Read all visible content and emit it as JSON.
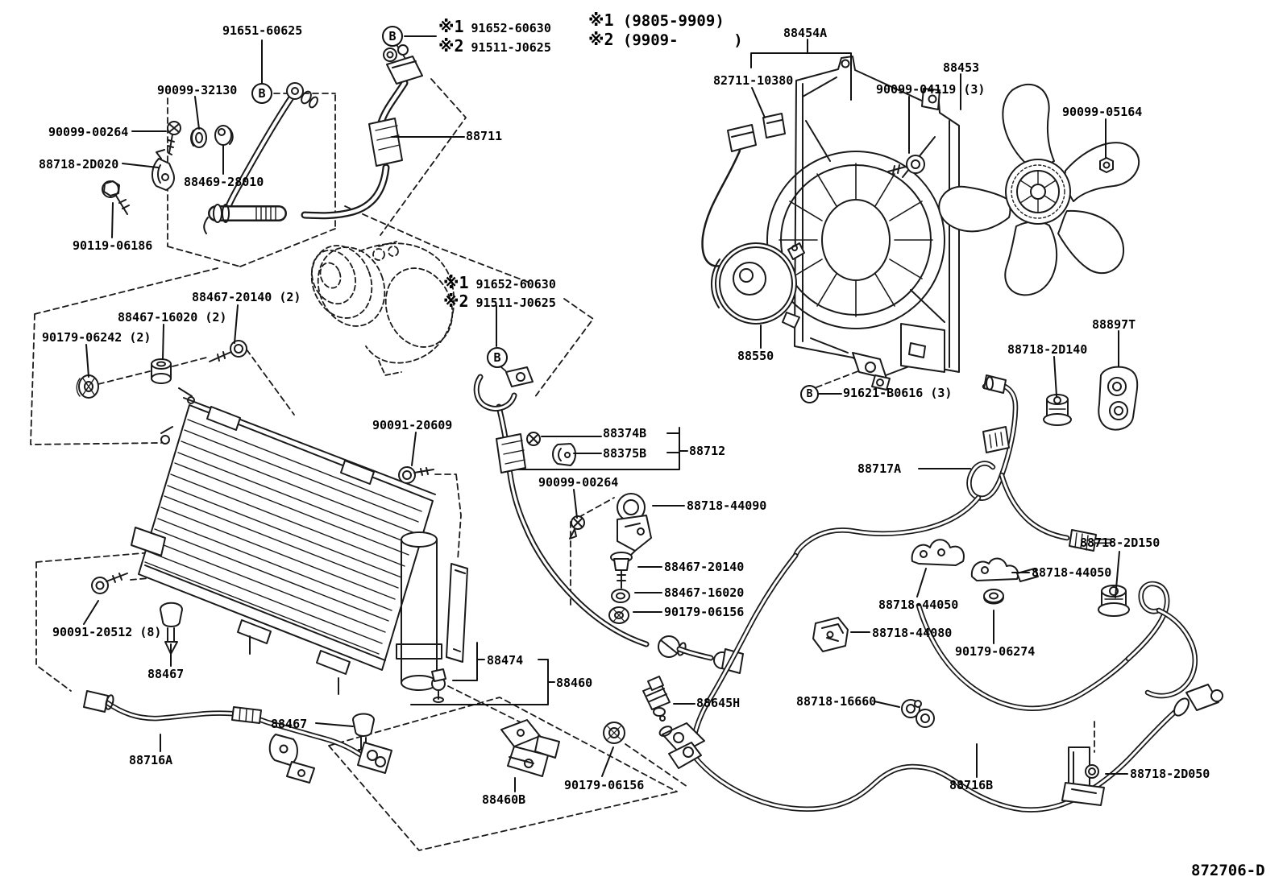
{
  "style": {
    "ink": "#1a1a1a",
    "background": "#ffffff"
  },
  "title_block": {
    "figure_code": "872706-D"
  },
  "application_notes": [
    "※1 (9805-9909)",
    "※2 (9909-      )"
  ],
  "reference_markers": [
    {
      "letter": "B"
    },
    {
      "letter": "B"
    },
    {
      "letter": "B"
    },
    {
      "letter": "B"
    }
  ],
  "labels": [
    {
      "id": "91651-60625",
      "text": "91651-60625"
    },
    {
      "id": "90099-32130",
      "text": "90099-32130"
    },
    {
      "id": "90099-00264",
      "text": "90099-00264"
    },
    {
      "id": "88718-2D020",
      "text": "88718-2D020"
    },
    {
      "id": "88469-28010",
      "text": "88469-28010"
    },
    {
      "id": "90119-06186",
      "text": "90119-06186"
    },
    {
      "id": "note1-91652-60630",
      "text": "※1 91652-60630"
    },
    {
      "id": "note2-91511-J0625",
      "text": "※2 91511-J0625"
    },
    {
      "id": "88711",
      "text": "88711"
    },
    {
      "id": "88454A",
      "text": "88454A"
    },
    {
      "id": "82711-10380",
      "text": "82711-10380"
    },
    {
      "id": "90099-04119-3",
      "text": "90099-04119 (3)"
    },
    {
      "id": "88453",
      "text": "88453"
    },
    {
      "id": "90099-05164",
      "text": "90099-05164"
    },
    {
      "id": "88550",
      "text": "88550"
    },
    {
      "id": "91621-B0616-3",
      "text": "91621-B0616 (3)"
    },
    {
      "id": "88718-2D140",
      "text": "88718-2D140"
    },
    {
      "id": "88897T",
      "text": "88897T"
    },
    {
      "id": "88717A",
      "text": "88717A"
    },
    {
      "id": "note1-91652-60630-b",
      "text": "※1 91652-60630"
    },
    {
      "id": "note2-91511-J0625-b",
      "text": "※2 91511-J0625"
    },
    {
      "id": "88467-20140-2",
      "text": "88467-20140 (2)"
    },
    {
      "id": "88467-16020-2",
      "text": "88467-16020 (2)"
    },
    {
      "id": "90179-06242-2",
      "text": "90179-06242 (2)"
    },
    {
      "id": "90091-20609",
      "text": "90091-20609"
    },
    {
      "id": "88374B",
      "text": "88374B"
    },
    {
      "id": "88375B",
      "text": "88375B"
    },
    {
      "id": "88712",
      "text": "88712"
    },
    {
      "id": "90099-00264-b",
      "text": "90099-00264"
    },
    {
      "id": "88718-44090",
      "text": "88718-44090"
    },
    {
      "id": "88467-20140",
      "text": "88467-20140"
    },
    {
      "id": "88467-16020",
      "text": "88467-16020"
    },
    {
      "id": "90179-06156",
      "text": "90179-06156"
    },
    {
      "id": "90091-20512-8",
      "text": "90091-20512 (8)"
    },
    {
      "id": "88467",
      "text": "88467"
    },
    {
      "id": "88467-b",
      "text": "88467"
    },
    {
      "id": "88716A",
      "text": "88716A"
    },
    {
      "id": "88474",
      "text": "88474"
    },
    {
      "id": "88460",
      "text": "88460"
    },
    {
      "id": "88460B",
      "text": "88460B"
    },
    {
      "id": "90179-06156-b",
      "text": "90179-06156"
    },
    {
      "id": "88645H",
      "text": "88645H"
    },
    {
      "id": "88718-16660",
      "text": "88718-16660"
    },
    {
      "id": "88718-44050",
      "text": "88718-44050"
    },
    {
      "id": "88718-44050-b",
      "text": "88718-44050"
    },
    {
      "id": "88718-44080",
      "text": "88718-44080"
    },
    {
      "id": "90179-06274",
      "text": "90179-06274"
    },
    {
      "id": "88718-2D150",
      "text": "88718-2D150"
    },
    {
      "id": "88716B",
      "text": "88716B"
    },
    {
      "id": "88718-2D050",
      "text": "88718-2D050"
    }
  ]
}
